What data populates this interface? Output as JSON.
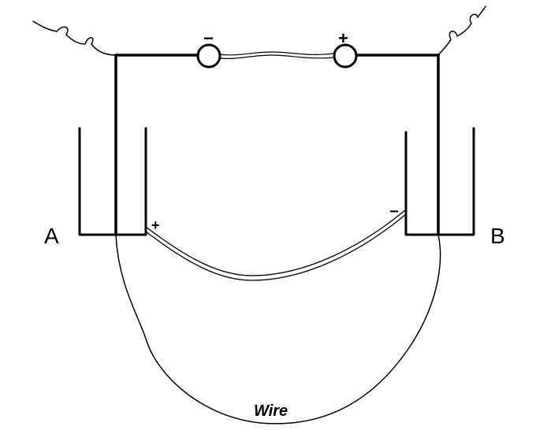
{
  "labels": {
    "cell_a": "A",
    "cell_b": "B",
    "wire": "Wire",
    "electrode_a_sign": "+",
    "electrode_b_sign": "−",
    "terminal_left_sign": "−",
    "terminal_right_sign": "+"
  },
  "colors": {
    "ink": "#000000",
    "background": "#ffffff"
  }
}
